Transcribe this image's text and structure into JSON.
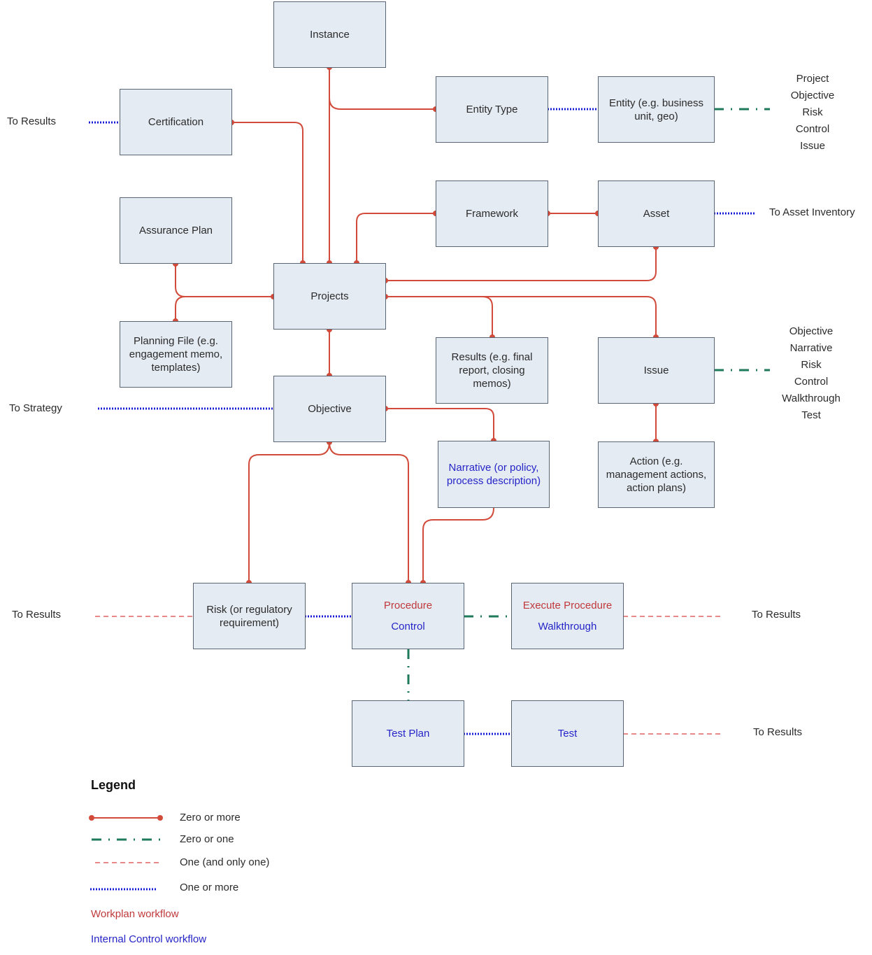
{
  "colors": {
    "box_fill": "#e5ebf3",
    "box_border": "#5a6573",
    "zero_or_more": "#d24b3a",
    "zero_or_one": "#1e7a5a",
    "one_and_only_one": "#e06060",
    "one_or_more": "#1a1ad6",
    "workplan_text": "#c0393b",
    "internal_control_text": "#2525c8"
  },
  "boxes": {
    "instance": "Instance",
    "entity_type": "Entity Type",
    "entity": "Entity (e.g. business unit, geo)",
    "certification": "Certification",
    "assurance_plan": "Assurance Plan",
    "framework": "Framework",
    "asset": "Asset",
    "projects": "Projects",
    "planning_file": "Planning File (e.g. engagement memo, templates)",
    "results": "Results (e.g. final report, closing memos)",
    "issue": "Issue",
    "objective": "Objective",
    "narrative": "Narrative (or policy, process description)",
    "action": "Action (e.g. management actions, action plans)",
    "risk": "Risk (or regulatory requirement)",
    "procedure": "Procedure",
    "control": "Control",
    "execute_procedure": "Execute Procedure",
    "walkthrough": "Walkthrough",
    "test_plan": "Test Plan",
    "test": "Test"
  },
  "external_links": {
    "certification_to": "To Results",
    "asset_to": "To Asset Inventory",
    "objective_to": "To Strategy",
    "risk_to": "To Results",
    "execute_to": "To Results",
    "test_to": "To Results",
    "entity_targets": [
      "Project",
      "Objective",
      "Risk",
      "Control",
      "Issue"
    ],
    "issue_targets": [
      "Objective",
      "Narrative",
      "Risk",
      "Control",
      "Walkthrough",
      "Test"
    ]
  },
  "legend": {
    "title": "Legend",
    "zero_or_more": "Zero or more",
    "zero_or_one": "Zero or one",
    "one_and_only_one": "One (and only one)",
    "one_or_more": "One or more",
    "workplan": "Workplan workflow",
    "internal_control": "Internal Control workflow"
  }
}
